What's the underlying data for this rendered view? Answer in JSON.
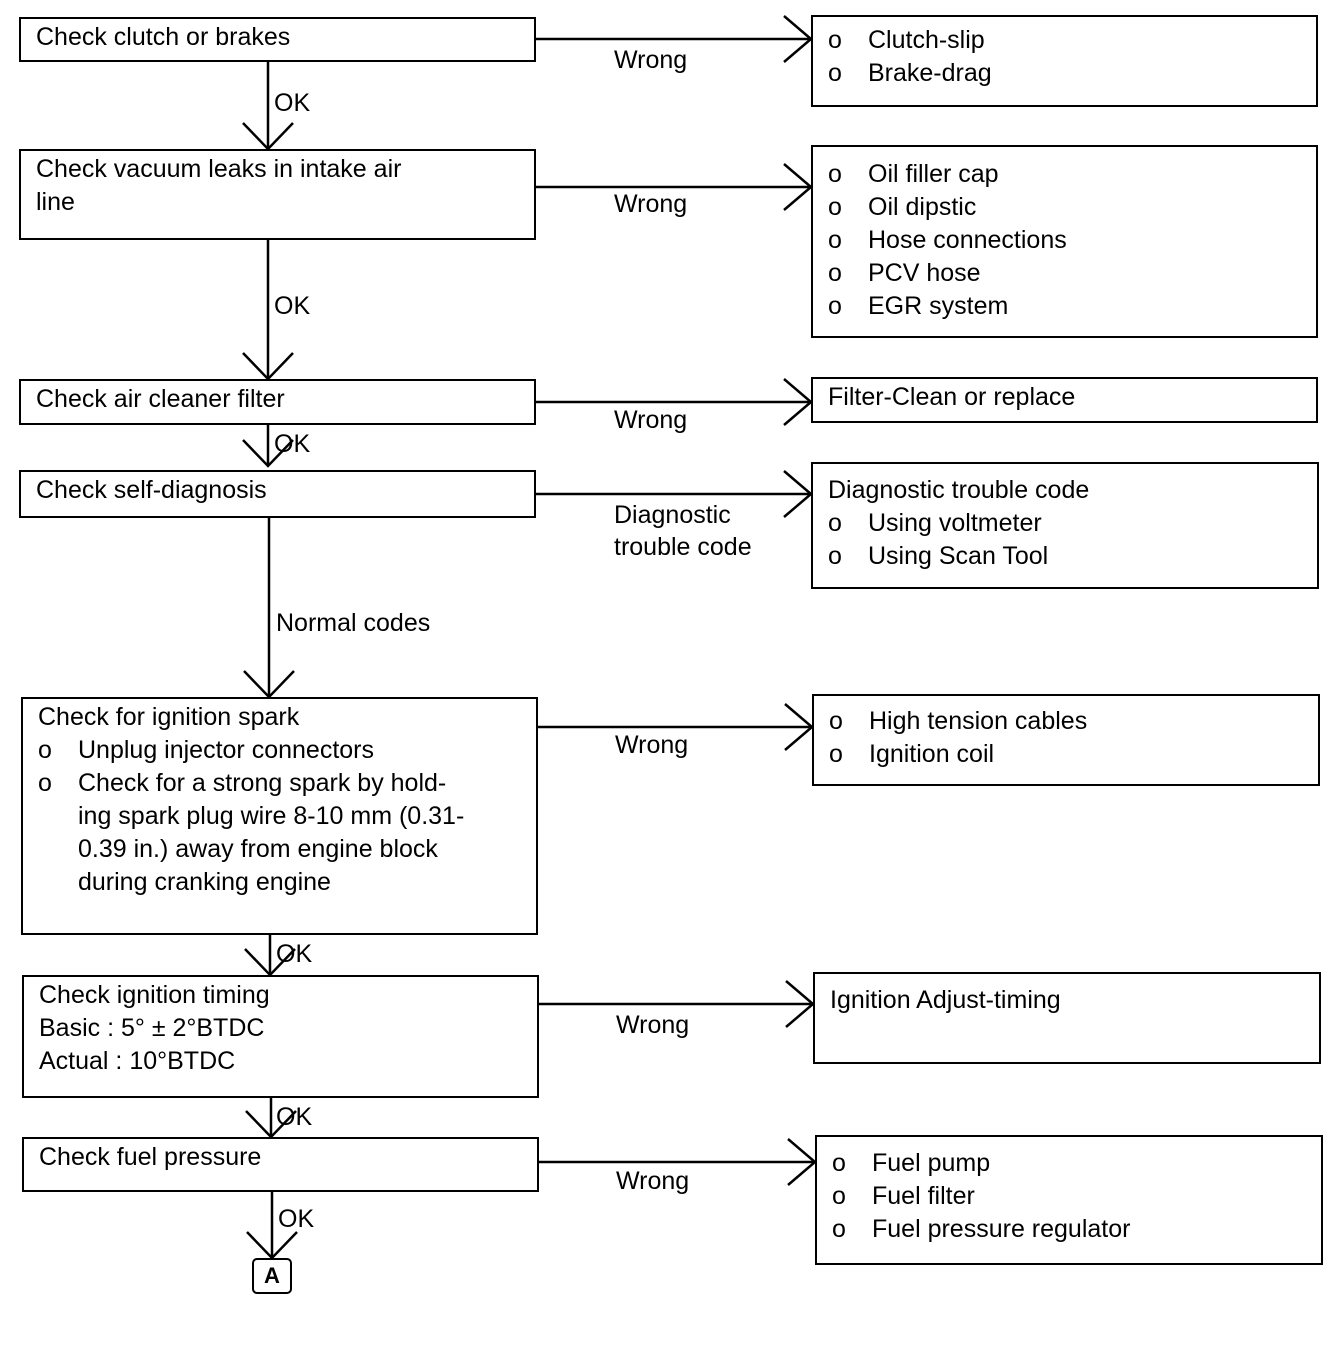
{
  "steps": [
    {
      "lines": [
        "Check clutch or brakes"
      ],
      "bullets": []
    },
    {
      "lines": [
        "Check vacuum leaks in intake air",
        "line"
      ],
      "bullets": []
    },
    {
      "lines": [
        "Check air cleaner filter"
      ],
      "bullets": []
    },
    {
      "lines": [
        "Check self-diagnosis"
      ],
      "bullets": []
    },
    {
      "lines": [
        "Check for ignition spark"
      ],
      "bullets": [
        "Unplug injector connectors",
        "Check for a strong spark by hold-\ning spark plug wire 8-10 mm (0.31-\n0.39 in.) away from engine block\nduring cranking engine"
      ]
    },
    {
      "lines": [
        "Check ignition timing",
        "Basic : 5° ± 2°BTDC",
        "Actual : 10°BTDC"
      ],
      "bullets": []
    },
    {
      "lines": [
        "Check fuel pressure"
      ],
      "bullets": []
    }
  ],
  "results": [
    {
      "lines": [],
      "bullets": [
        "Clutch-slip",
        "Brake-drag"
      ]
    },
    {
      "lines": [],
      "bullets": [
        "Oil filler cap",
        "Oil dipstic",
        "Hose connections",
        "PCV hose",
        "EGR system"
      ]
    },
    {
      "lines": [
        "Filter-Clean or replace"
      ],
      "bullets": []
    },
    {
      "lines": [
        "Diagnostic trouble code"
      ],
      "bullets": [
        "Using voltmeter",
        "Using Scan Tool"
      ]
    },
    {
      "lines": [],
      "bullets": [
        "High tension cables",
        "Ignition coil"
      ]
    },
    {
      "lines": [
        "Ignition Adjust-timing"
      ],
      "bullets": []
    },
    {
      "lines": [],
      "bullets": [
        "Fuel pump",
        "Fuel filter",
        "Fuel pressure regulator"
      ]
    }
  ],
  "side_labels": [
    "Wrong",
    "Wrong",
    "Wrong",
    "Diagnostic\ntrouble code",
    "Wrong",
    "Wrong",
    "Wrong"
  ],
  "down_labels": [
    "OK",
    "OK",
    "OK",
    "Normal codes",
    "OK",
    "OK",
    "OK"
  ],
  "connector": "A"
}
